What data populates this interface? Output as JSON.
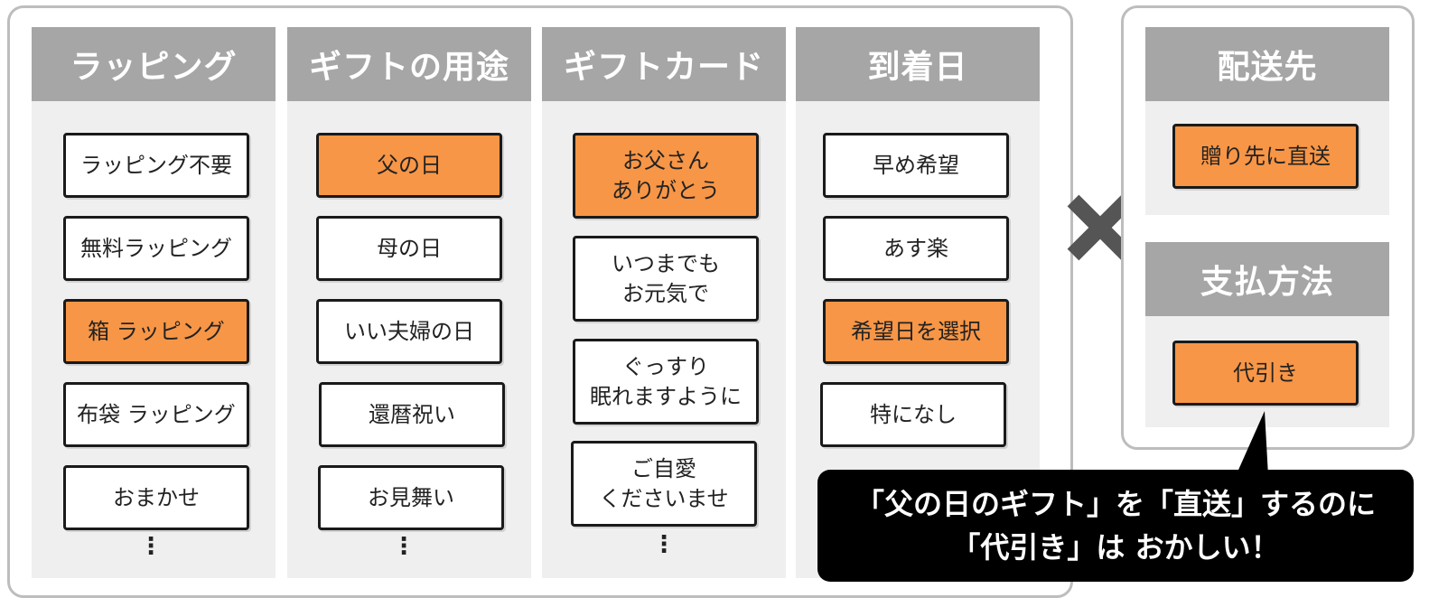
{
  "left_columns": [
    {
      "id": "wrapping",
      "title": "ラッピング",
      "options": [
        {
          "label": "ラッピング不要",
          "selected": false
        },
        {
          "label": "無料ラッピング",
          "selected": false
        },
        {
          "label": "箱 ラッピング",
          "selected": true
        },
        {
          "label": "布袋 ラッピング",
          "selected": false
        },
        {
          "label": "おまかせ",
          "selected": false
        }
      ],
      "more": "⋮"
    },
    {
      "id": "purpose",
      "title": "ギフトの用途",
      "options": [
        {
          "label": "父の日",
          "selected": true
        },
        {
          "label": "母の日",
          "selected": false
        },
        {
          "label": "いい夫婦の日",
          "selected": false
        },
        {
          "label": "還暦祝い",
          "selected": false
        },
        {
          "label": "お見舞い",
          "selected": false
        }
      ],
      "more": "⋮"
    },
    {
      "id": "card",
      "title": "ギフトカード",
      "options": [
        {
          "label": "お父さん\nありがとう",
          "selected": true
        },
        {
          "label": "いつまでも\nお元気で",
          "selected": false
        },
        {
          "label": "ぐっすり\n眠れますように",
          "selected": false
        },
        {
          "label": "ご自愛\nくださいませ",
          "selected": false
        }
      ],
      "more": "⋮"
    },
    {
      "id": "arrival",
      "title": "到着日",
      "options": [
        {
          "label": "早め希望",
          "selected": false
        },
        {
          "label": "あす楽",
          "selected": false
        },
        {
          "label": "希望日を選択",
          "selected": true
        },
        {
          "label": "特になし",
          "selected": false
        }
      ]
    }
  ],
  "right_columns": [
    {
      "id": "destination",
      "title": "配送先",
      "options": [
        {
          "label": "贈り先に直送",
          "selected": true
        }
      ]
    },
    {
      "id": "payment",
      "title": "支払方法",
      "options": [
        {
          "label": "代引き",
          "selected": true
        }
      ]
    }
  ],
  "cross_icon": "cross-mark",
  "callout": {
    "line1": "「父の日のギフト」を「直送」するのに",
    "line2": "「代引き」は おかしい！"
  },
  "colors": {
    "header": "#a6a6a6",
    "selected": "#f79646",
    "column_bg": "#efefef",
    "frame_border": "#bdbdbd",
    "callout_bg": "#000000"
  }
}
